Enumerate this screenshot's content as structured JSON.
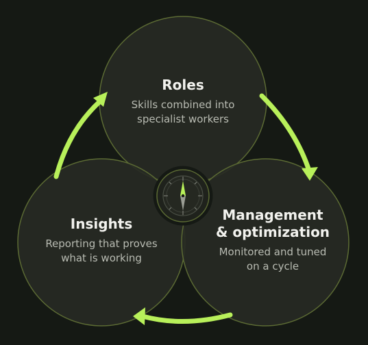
{
  "colors": {
    "background": "#151914",
    "circle_fill": "#272a24",
    "circle_stroke": "#5c6b34",
    "arrow": "#b8f05a",
    "title_text": "#f2f2ee",
    "desc_text": "#b9bcb3"
  },
  "nodes": [
    {
      "title": "Roles",
      "description": "Skills combined into\nspecialist workers"
    },
    {
      "title": "Management\n& optimization",
      "description": "Monitored and tuned\non a cycle"
    },
    {
      "title": "Insights",
      "description": "Reporting that proves\nwhat is working"
    }
  ],
  "center_icon": "compass-icon"
}
